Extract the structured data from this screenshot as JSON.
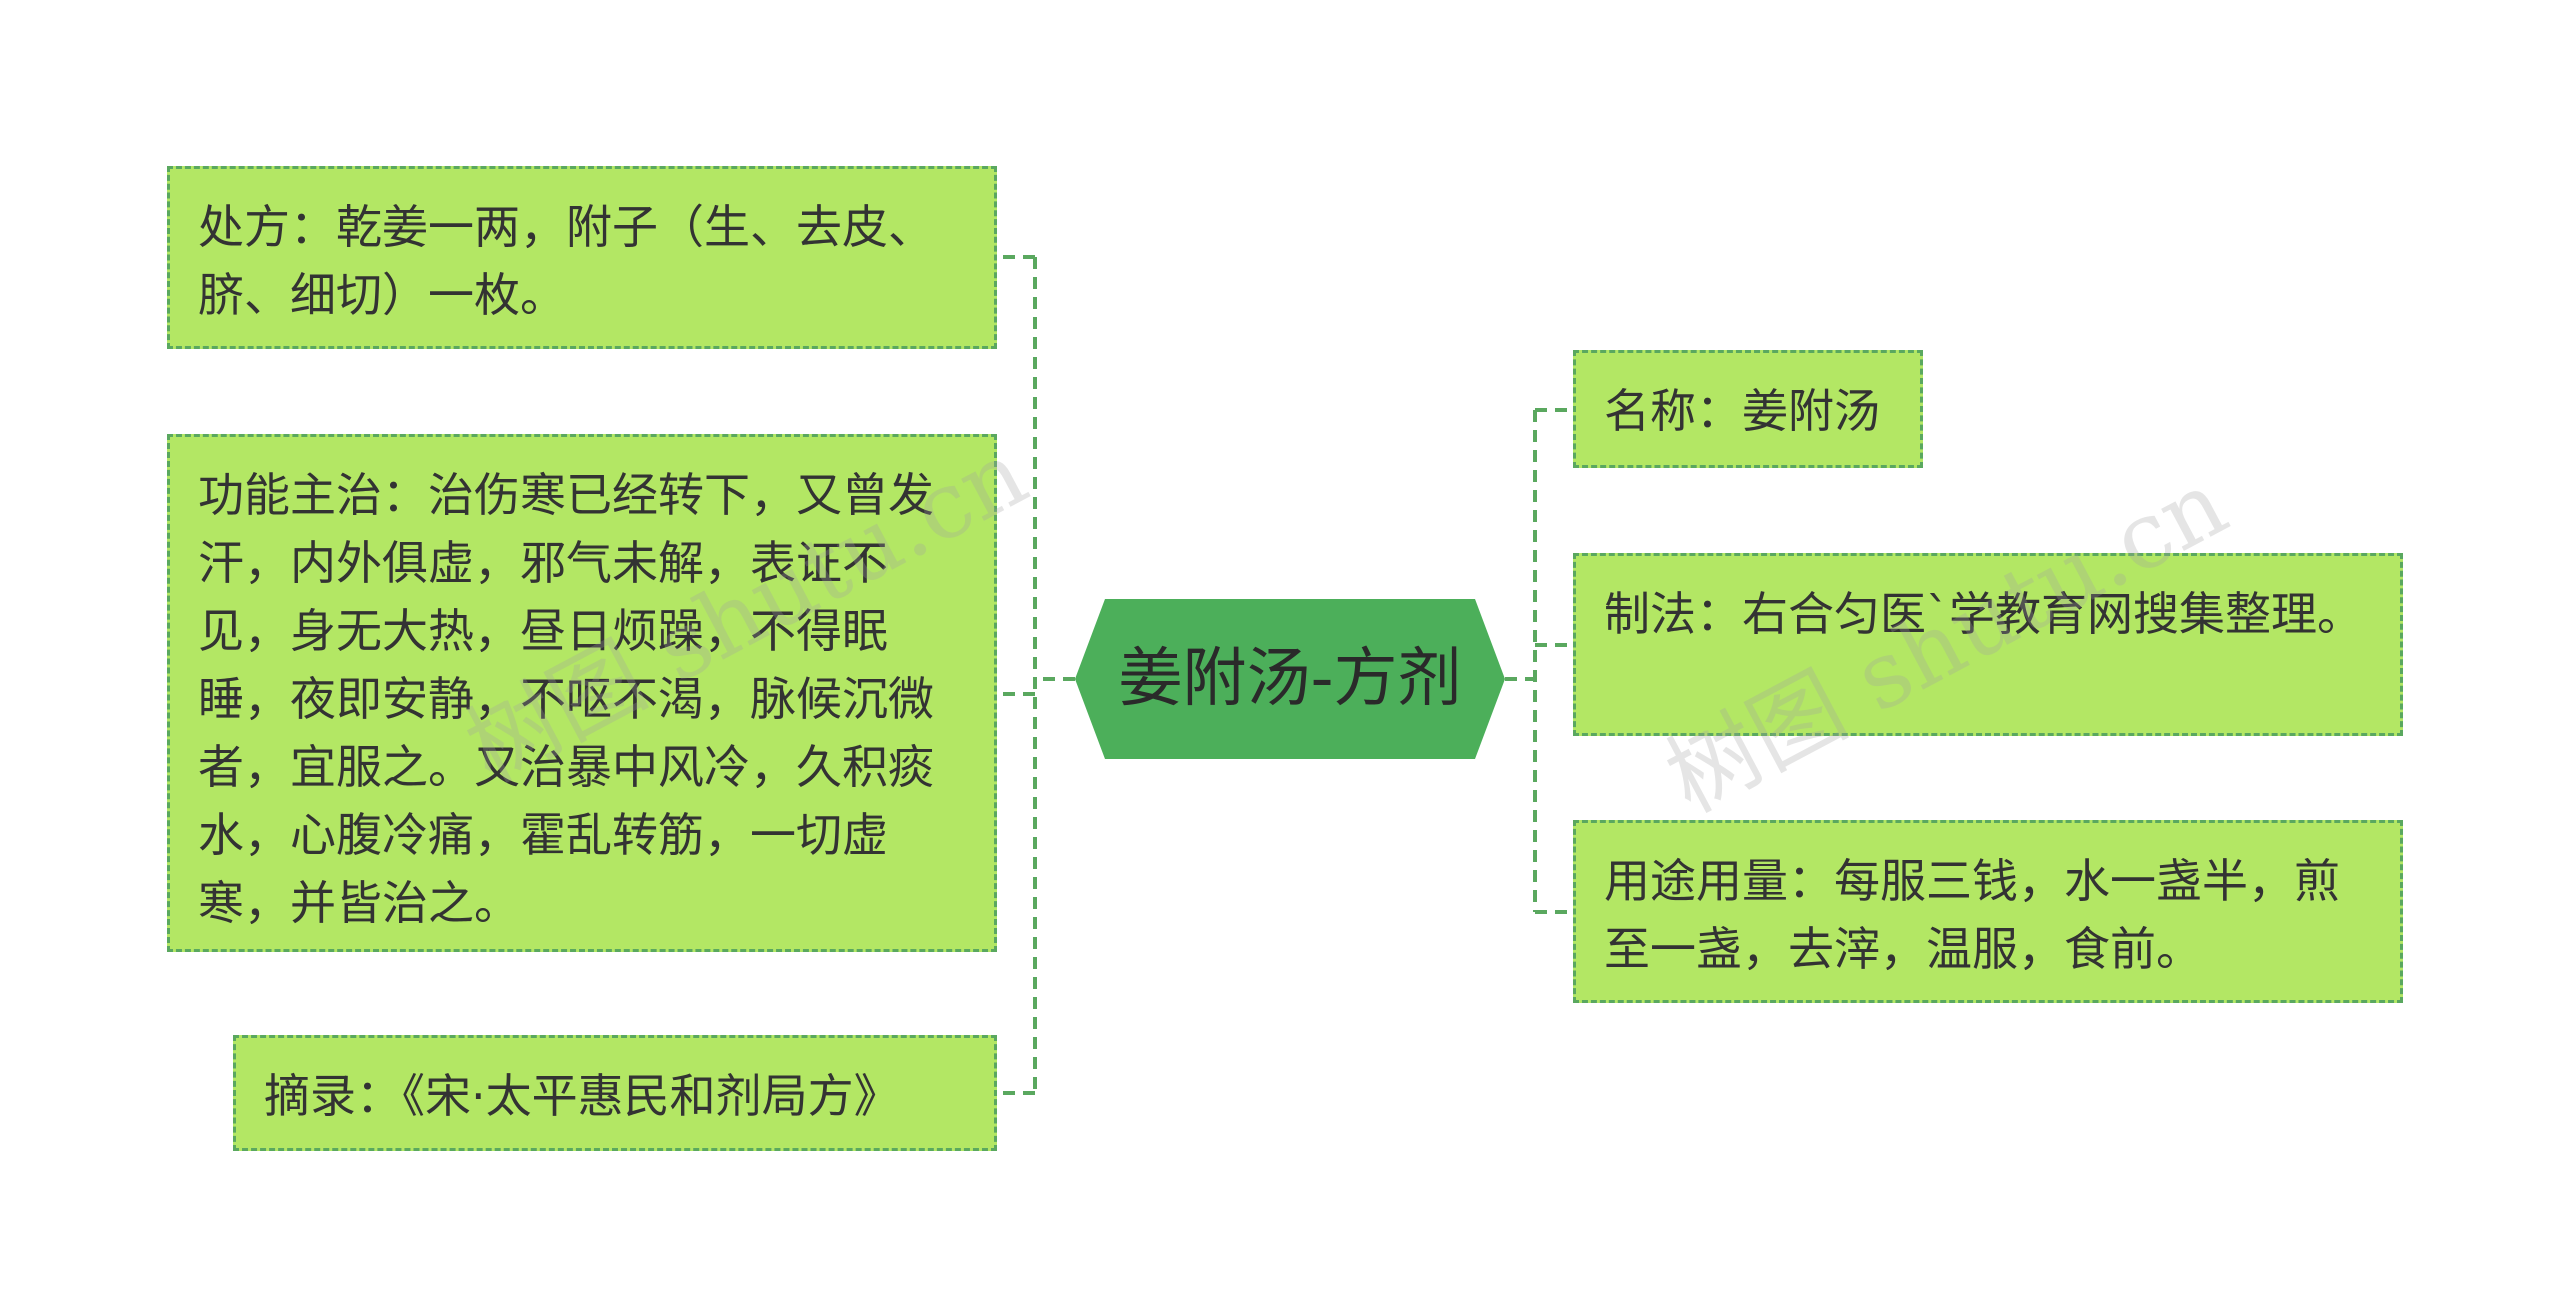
{
  "center": {
    "title": "姜附汤-方剂"
  },
  "left": [
    {
      "id": "chufang",
      "text": "处方：乾姜一两，附子（生、去皮、脐、细切）一枚。"
    },
    {
      "id": "gongneng",
      "text": "功能主治：治伤寒已经转下，又曾发汗，内外俱虚，邪气未解，表证不见，身无大热，昼日烦躁，不得眠睡，夜即安静，不呕不渴，脉候沉微者，宜服之。又治暴中风冷，久积痰水，心腹冷痛，霍乱转筋，一切虚寒，并皆治之。"
    },
    {
      "id": "zhailu",
      "text": "摘录：《宋·太平惠民和剂局方》"
    }
  ],
  "right": [
    {
      "id": "mingcheng",
      "text": "名称：姜附汤"
    },
    {
      "id": "zhifa",
      "text": "制法：右合匀医`学教育网搜集整理。"
    },
    {
      "id": "yongtu",
      "text": "用途用量：每服三钱，水一盏半，煎至一盏，去滓，温服，食前。"
    }
  ],
  "watermarks": [
    "树图 shutu.cn",
    "树图 shutu.cn"
  ],
  "colors": {
    "center_fill": "#4caf5a",
    "node_fill": "#b3e764",
    "node_border": "#5aa85f",
    "connector": "#5aa85f"
  }
}
